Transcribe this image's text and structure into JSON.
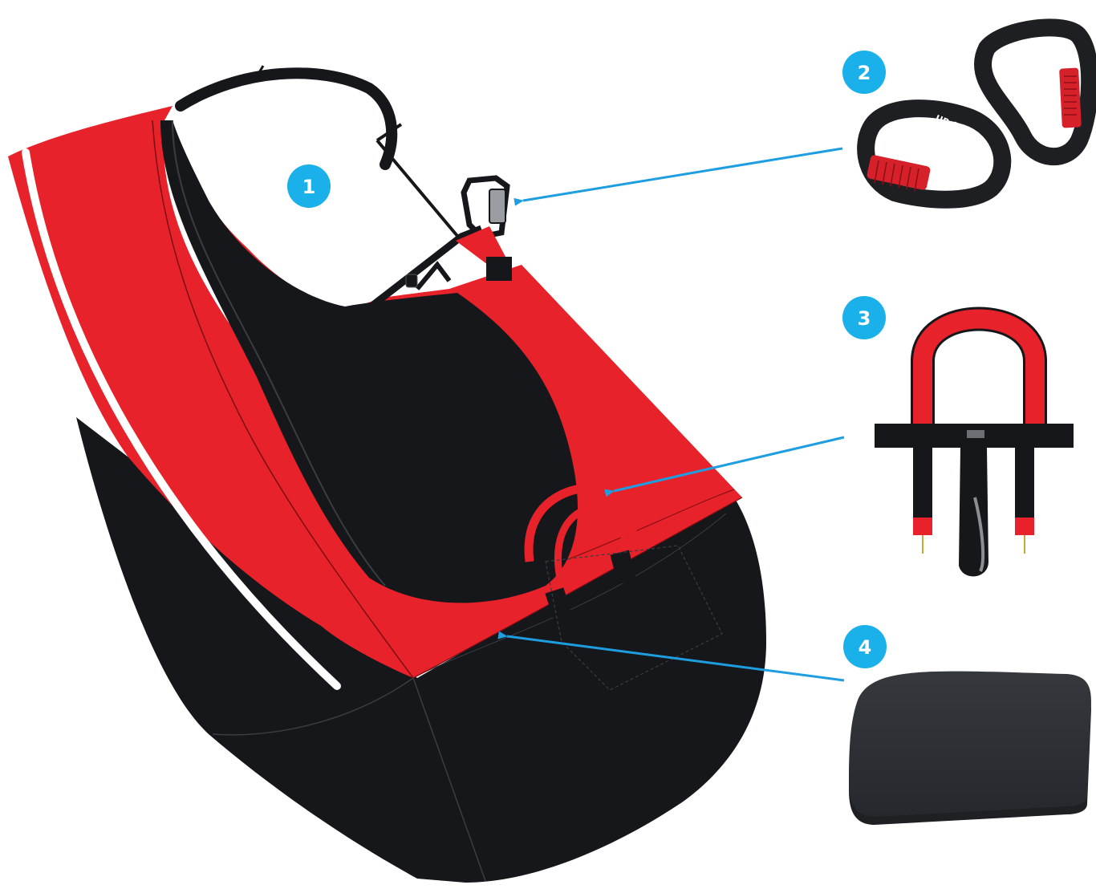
{
  "colors": {
    "harness_red": "#e8222a",
    "harness_black": "#15171a",
    "stitch_line": "#3a3d42",
    "callout_blue": "#1ab0ea",
    "arrow_blue": "#1e9ee0",
    "reflective_stripe": "#ffffff",
    "carabiner_body": "#1d1f22",
    "carabiner_gate": "#d6202a",
    "seat_board": "#2c2f33"
  },
  "callouts": [
    {
      "number": "1",
      "part": "harness"
    },
    {
      "number": "2",
      "part": "carabiners"
    },
    {
      "number": "3",
      "part": "leg-strap-system"
    },
    {
      "number": "4",
      "part": "seat-board"
    }
  ],
  "carabiner": {
    "brand": "UP AIR",
    "icon": "carabiner-icon"
  }
}
